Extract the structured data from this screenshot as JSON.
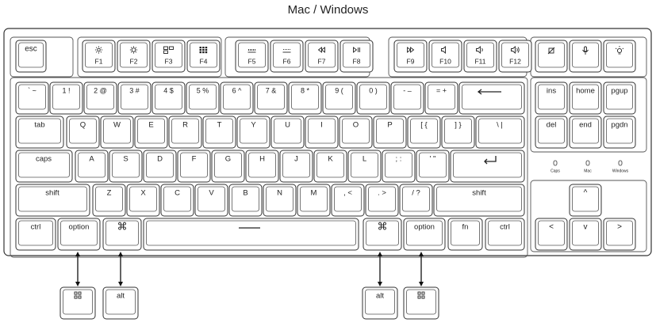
{
  "title": "Mac / Windows",
  "keys": {
    "row0": [
      "esc",
      "F1",
      "F2",
      "F3",
      "F4",
      "F5",
      "F6",
      "F7",
      "F8",
      "F9",
      "F10",
      "F11",
      "F12"
    ],
    "row1": [
      "` ~",
      "1 !",
      "2 @",
      "3 #",
      "4 $",
      "5 %",
      "6 ^",
      "7 &",
      "8 *",
      "9 (",
      "0 )",
      "- –",
      "= +",
      "ins",
      "home",
      "pgup"
    ],
    "row2": [
      "tab",
      "Q",
      "W",
      "E",
      "R",
      "T",
      "Y",
      "U",
      "I",
      "O",
      "P",
      "[ {",
      "] }",
      "\\ |",
      "del",
      "end",
      "pgdn"
    ],
    "row3": [
      "caps",
      "A",
      "S",
      "D",
      "F",
      "G",
      "H",
      "J",
      "K",
      "L",
      "; :",
      "' \"",
      "shift",
      "Z",
      "X",
      "C",
      "V",
      "B",
      "N",
      "M",
      ", <",
      ". >",
      "/ ?",
      "shift"
    ],
    "row5": [
      "ctrl",
      "option",
      "⌘",
      "⌘",
      "option",
      "fn",
      "ctrl"
    ],
    "arrows": [
      "^",
      "<",
      "v",
      ">"
    ]
  },
  "indicators": [
    "Caps",
    "Mac",
    "Windows"
  ],
  "swap": {
    "left": [
      "⊞",
      "alt"
    ],
    "right": [
      "alt",
      "⊞"
    ]
  },
  "icons": {
    "f1": "brightness-down-icon",
    "f2": "brightness-up-icon",
    "f3": "mission-control-icon",
    "f4": "launchpad-icon",
    "f5": "backlight-down-icon",
    "f6": "backlight-up-icon",
    "f7": "rewind-icon",
    "f8": "play-pause-icon",
    "f9": "fast-forward-icon",
    "f10": "mute-icon",
    "f11": "volume-down-icon",
    "f12": "volume-up-icon",
    "screenshot": "screenshot-icon",
    "mic": "microphone-icon",
    "light": "lightbulb-icon",
    "backspace": "backspace-arrow-icon",
    "enter": "enter-arrow-icon",
    "space": "space-bar-line-icon"
  }
}
